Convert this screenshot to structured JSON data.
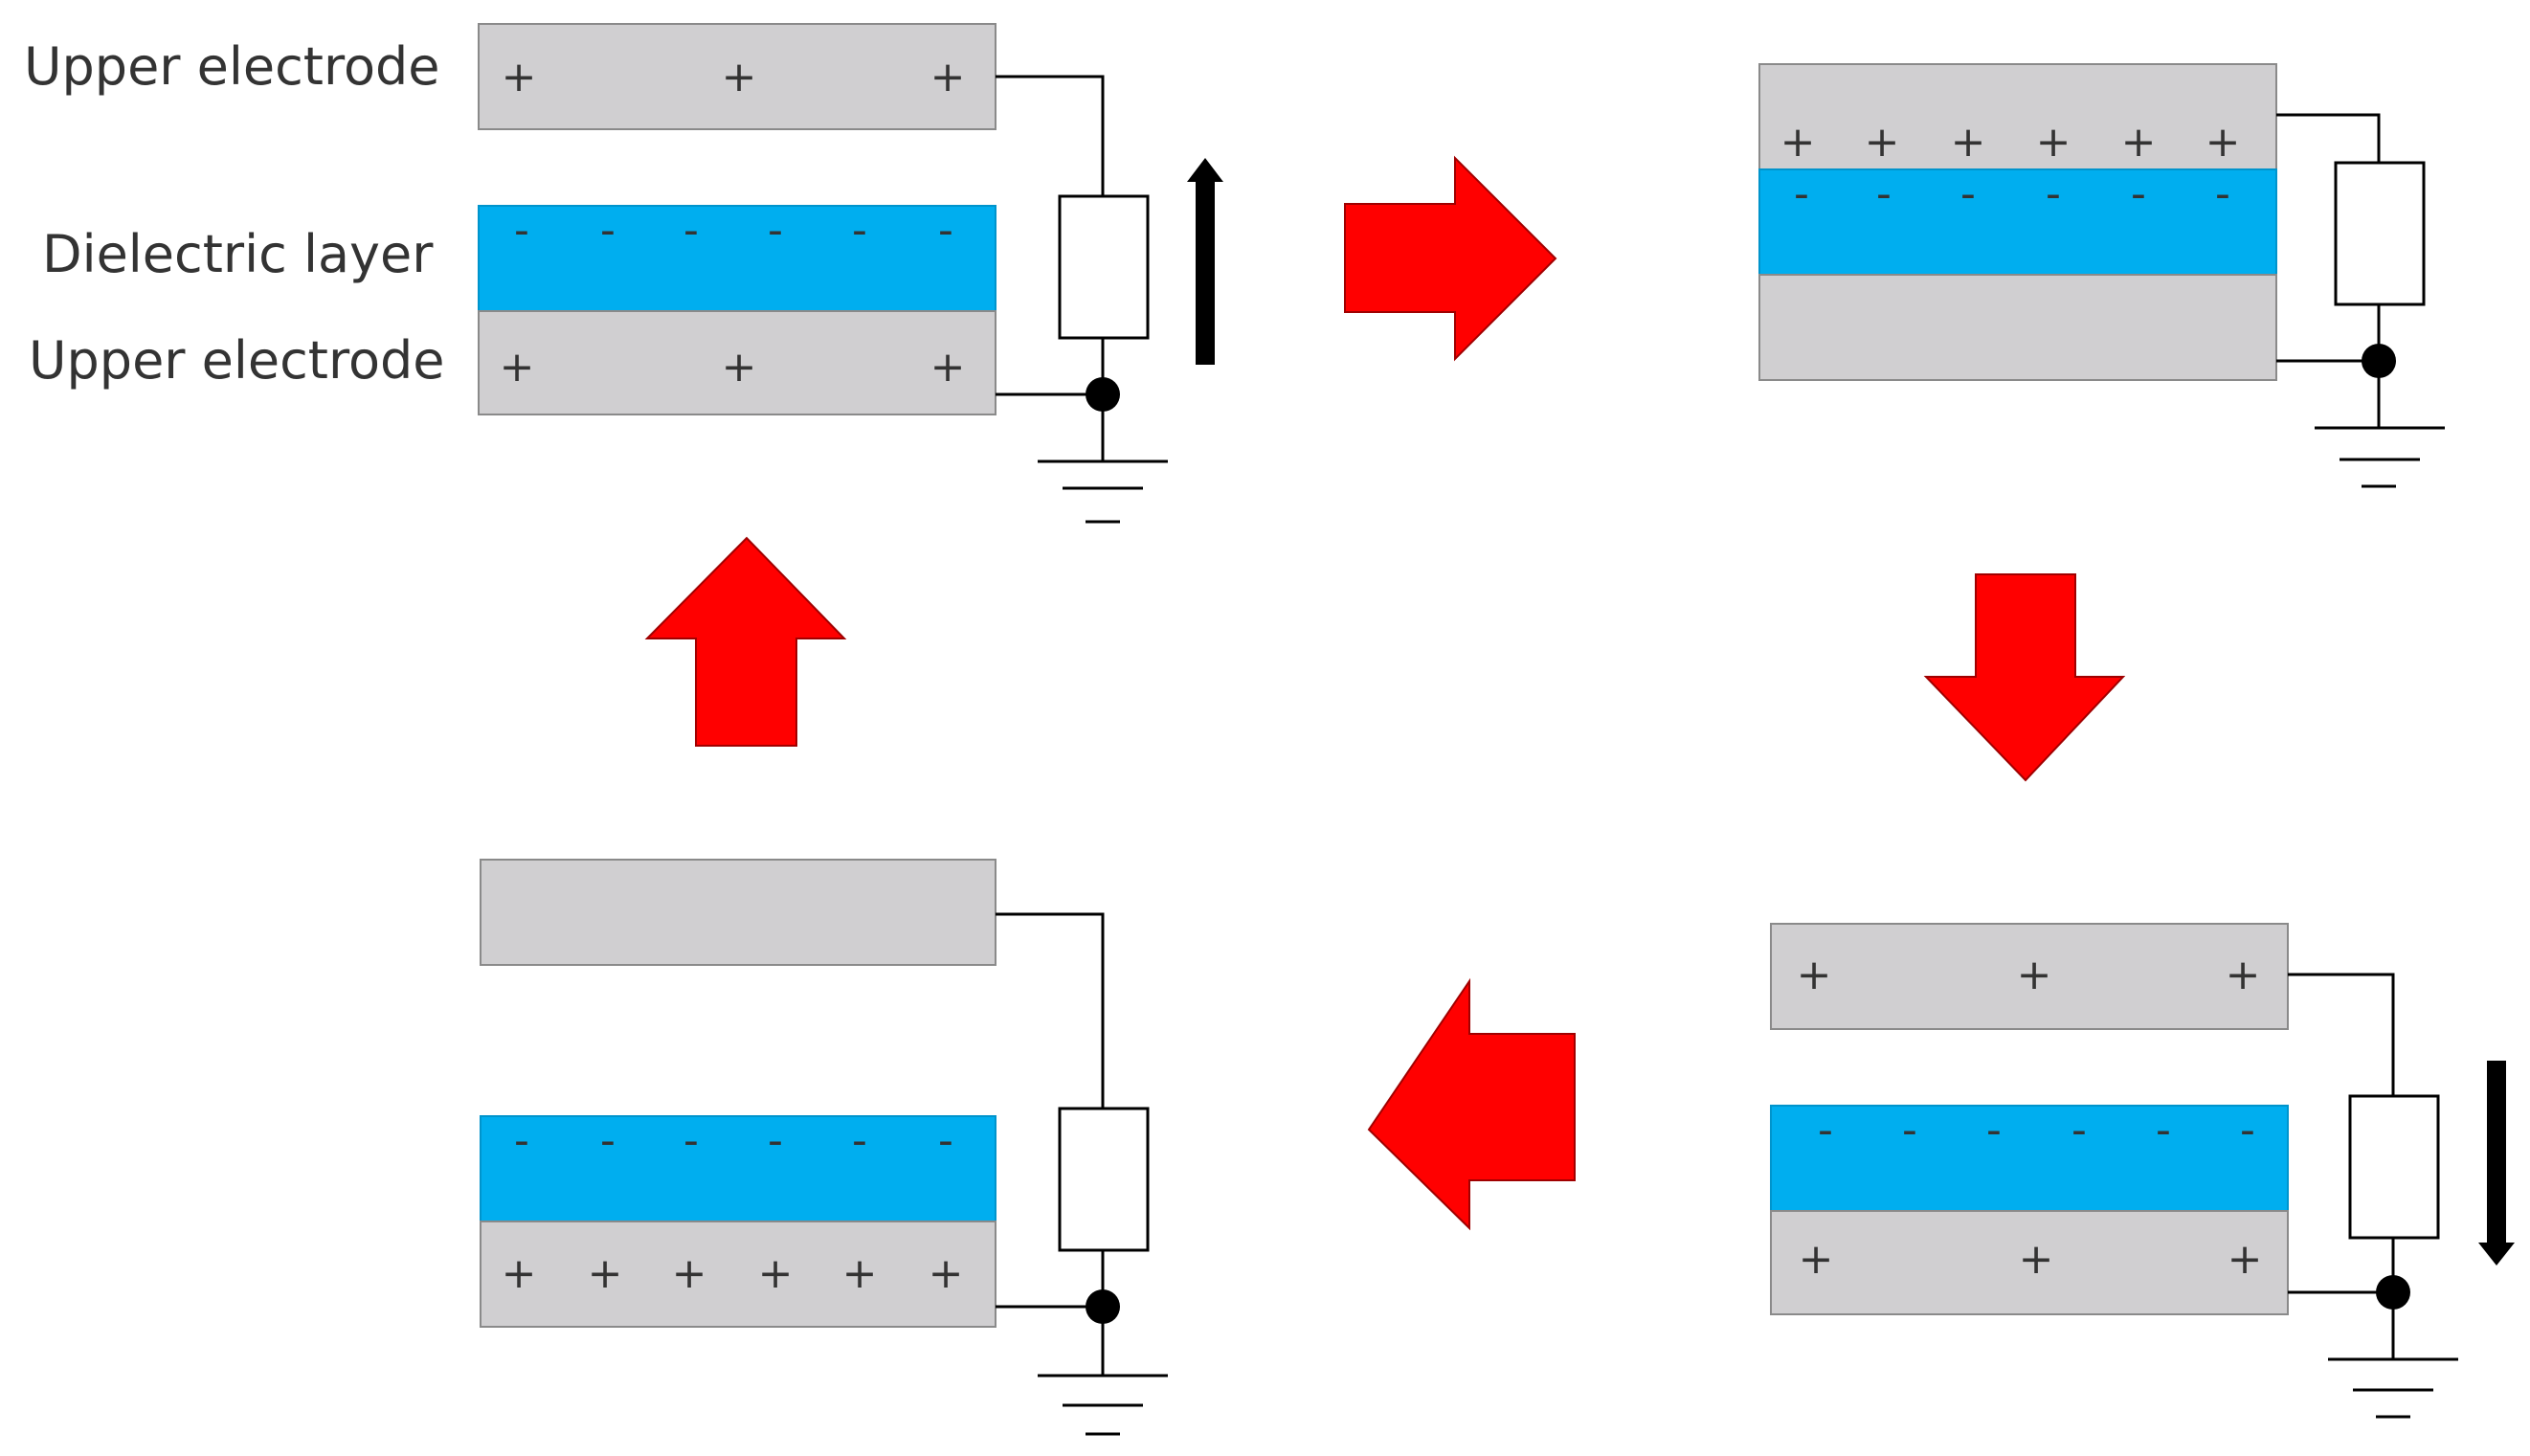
{
  "labels": {
    "top": "Upper electrode",
    "middle": "Dielectric layer",
    "bottom": "Upper electrode"
  },
  "symbols": {
    "positive": "+",
    "negative": "-"
  },
  "colors": {
    "electrode": "#d0cfd1",
    "electrode_border": "#8a8a8a",
    "dielectric": "#00aeef",
    "arrow": "#ff0000",
    "wire": "#000000"
  },
  "panels": [
    {
      "name": "panel-top-left",
      "upper_electrode_charges": "+ + +",
      "dielectric_charges": "- - - - - -",
      "lower_electrode_charges": "+ + +",
      "current_direction": "up"
    },
    {
      "name": "panel-top-right",
      "upper_electrode_charges": "+ + + + + +",
      "dielectric_charges": "- - - - - -",
      "lower_electrode_charges": "",
      "current_direction": "none"
    },
    {
      "name": "panel-bottom-right",
      "upper_electrode_charges": "+ + +",
      "dielectric_charges": "- - - - - -",
      "lower_electrode_charges": "+ + +",
      "current_direction": "down"
    },
    {
      "name": "panel-bottom-left",
      "upper_electrode_charges": "",
      "dielectric_charges": "- - - - - -",
      "lower_electrode_charges": "+ + + + + +",
      "current_direction": "none"
    }
  ],
  "cycle_arrows": [
    "right",
    "down",
    "left",
    "up"
  ]
}
